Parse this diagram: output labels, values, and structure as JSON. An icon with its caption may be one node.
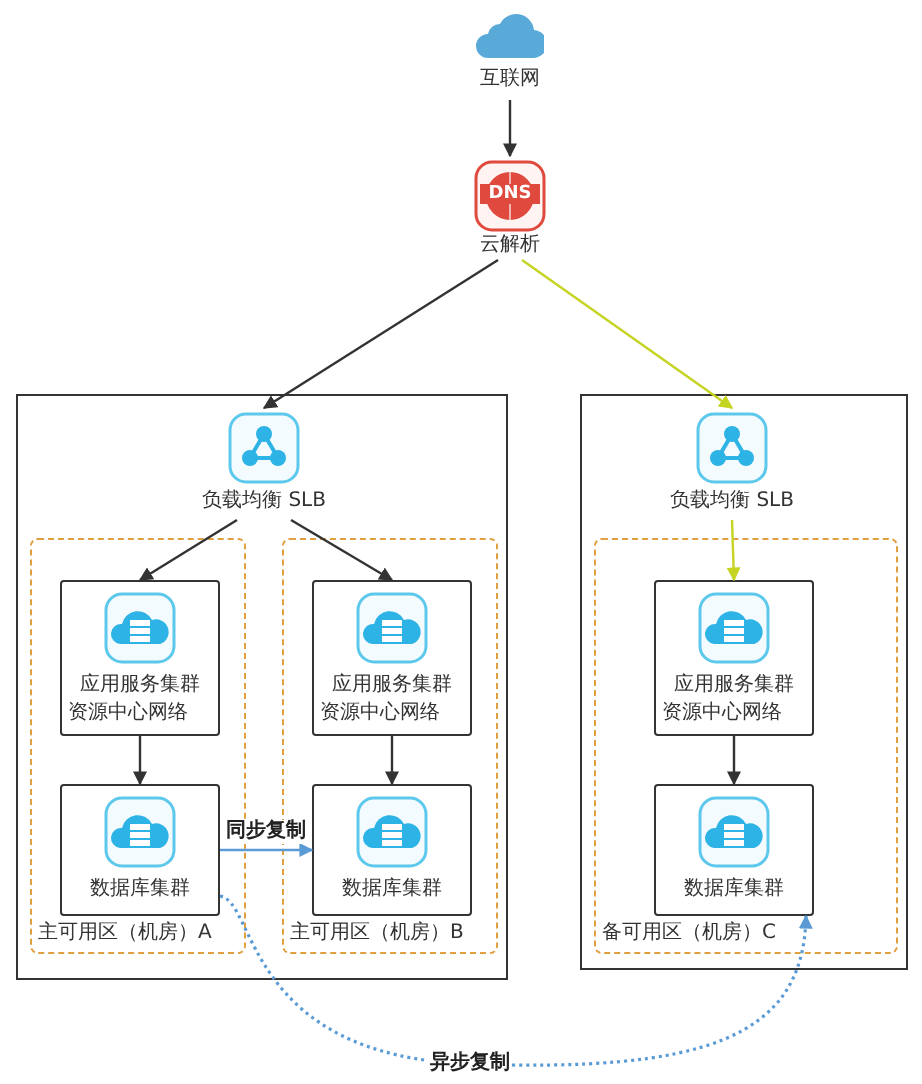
{
  "diagram": {
    "nodes": [
      {
        "text": [
          "互联网"
        ]
      },
      {
        "text": [
          "DNS",
          "云解析"
        ]
      },
      {
        "text": [],
        "shape": "box"
      },
      {
        "text": [
          "负载均衡 SLB"
        ],
        "in": 2
      },
      {
        "text": [
          "主可用区（机房）A"
        ],
        "in": 2
      },
      {
        "text": [
          "应用服务集群",
          "资源中心网络"
        ],
        "in": 4
      },
      {
        "text": [
          "数据库集群"
        ],
        "in": 4
      },
      {
        "text": [
          "主可用区（机房）B"
        ],
        "in": 2
      },
      {
        "text": [
          "应用服务集群",
          "资源中心网络"
        ],
        "in": 7
      },
      {
        "text": [
          "数据库集群"
        ],
        "in": 7
      },
      {
        "text": [],
        "shape": "box"
      },
      {
        "text": [
          "负载均衡 SLB"
        ],
        "in": 10
      },
      {
        "text": [
          "备可用区（机房）C"
        ],
        "in": 10
      },
      {
        "text": [
          "应用服务集群",
          "资源中心网络"
        ],
        "in": 12
      },
      {
        "text": [
          "数据库集群"
        ],
        "in": 12
      }
    ],
    "edges": [
      {
        "from": 0,
        "to": 1,
        "arrow": "to"
      },
      {
        "from": 1,
        "to": 3,
        "arrow": "to"
      },
      {
        "from": 1,
        "to": 11,
        "arrow": "to",
        "color": "#c5d321"
      },
      {
        "from": 3,
        "to": 5,
        "arrow": "to"
      },
      {
        "from": 3,
        "to": 8,
        "arrow": "to"
      },
      {
        "from": 5,
        "to": 6,
        "arrow": "to"
      },
      {
        "from": 8,
        "to": 9,
        "arrow": "to"
      },
      {
        "from": 6,
        "to": 9,
        "arrow": "to",
        "label": "同步复制",
        "color": "#5b9bd5"
      },
      {
        "from": 11,
        "to": 13,
        "arrow": "to",
        "color": "#c5d321"
      },
      {
        "from": 13,
        "to": 14,
        "arrow": "to"
      },
      {
        "from": 6,
        "to": 14,
        "arrow": "to",
        "label": "异步复制",
        "style": "dashed",
        "color": "#5b9bd5"
      }
    ]
  }
}
